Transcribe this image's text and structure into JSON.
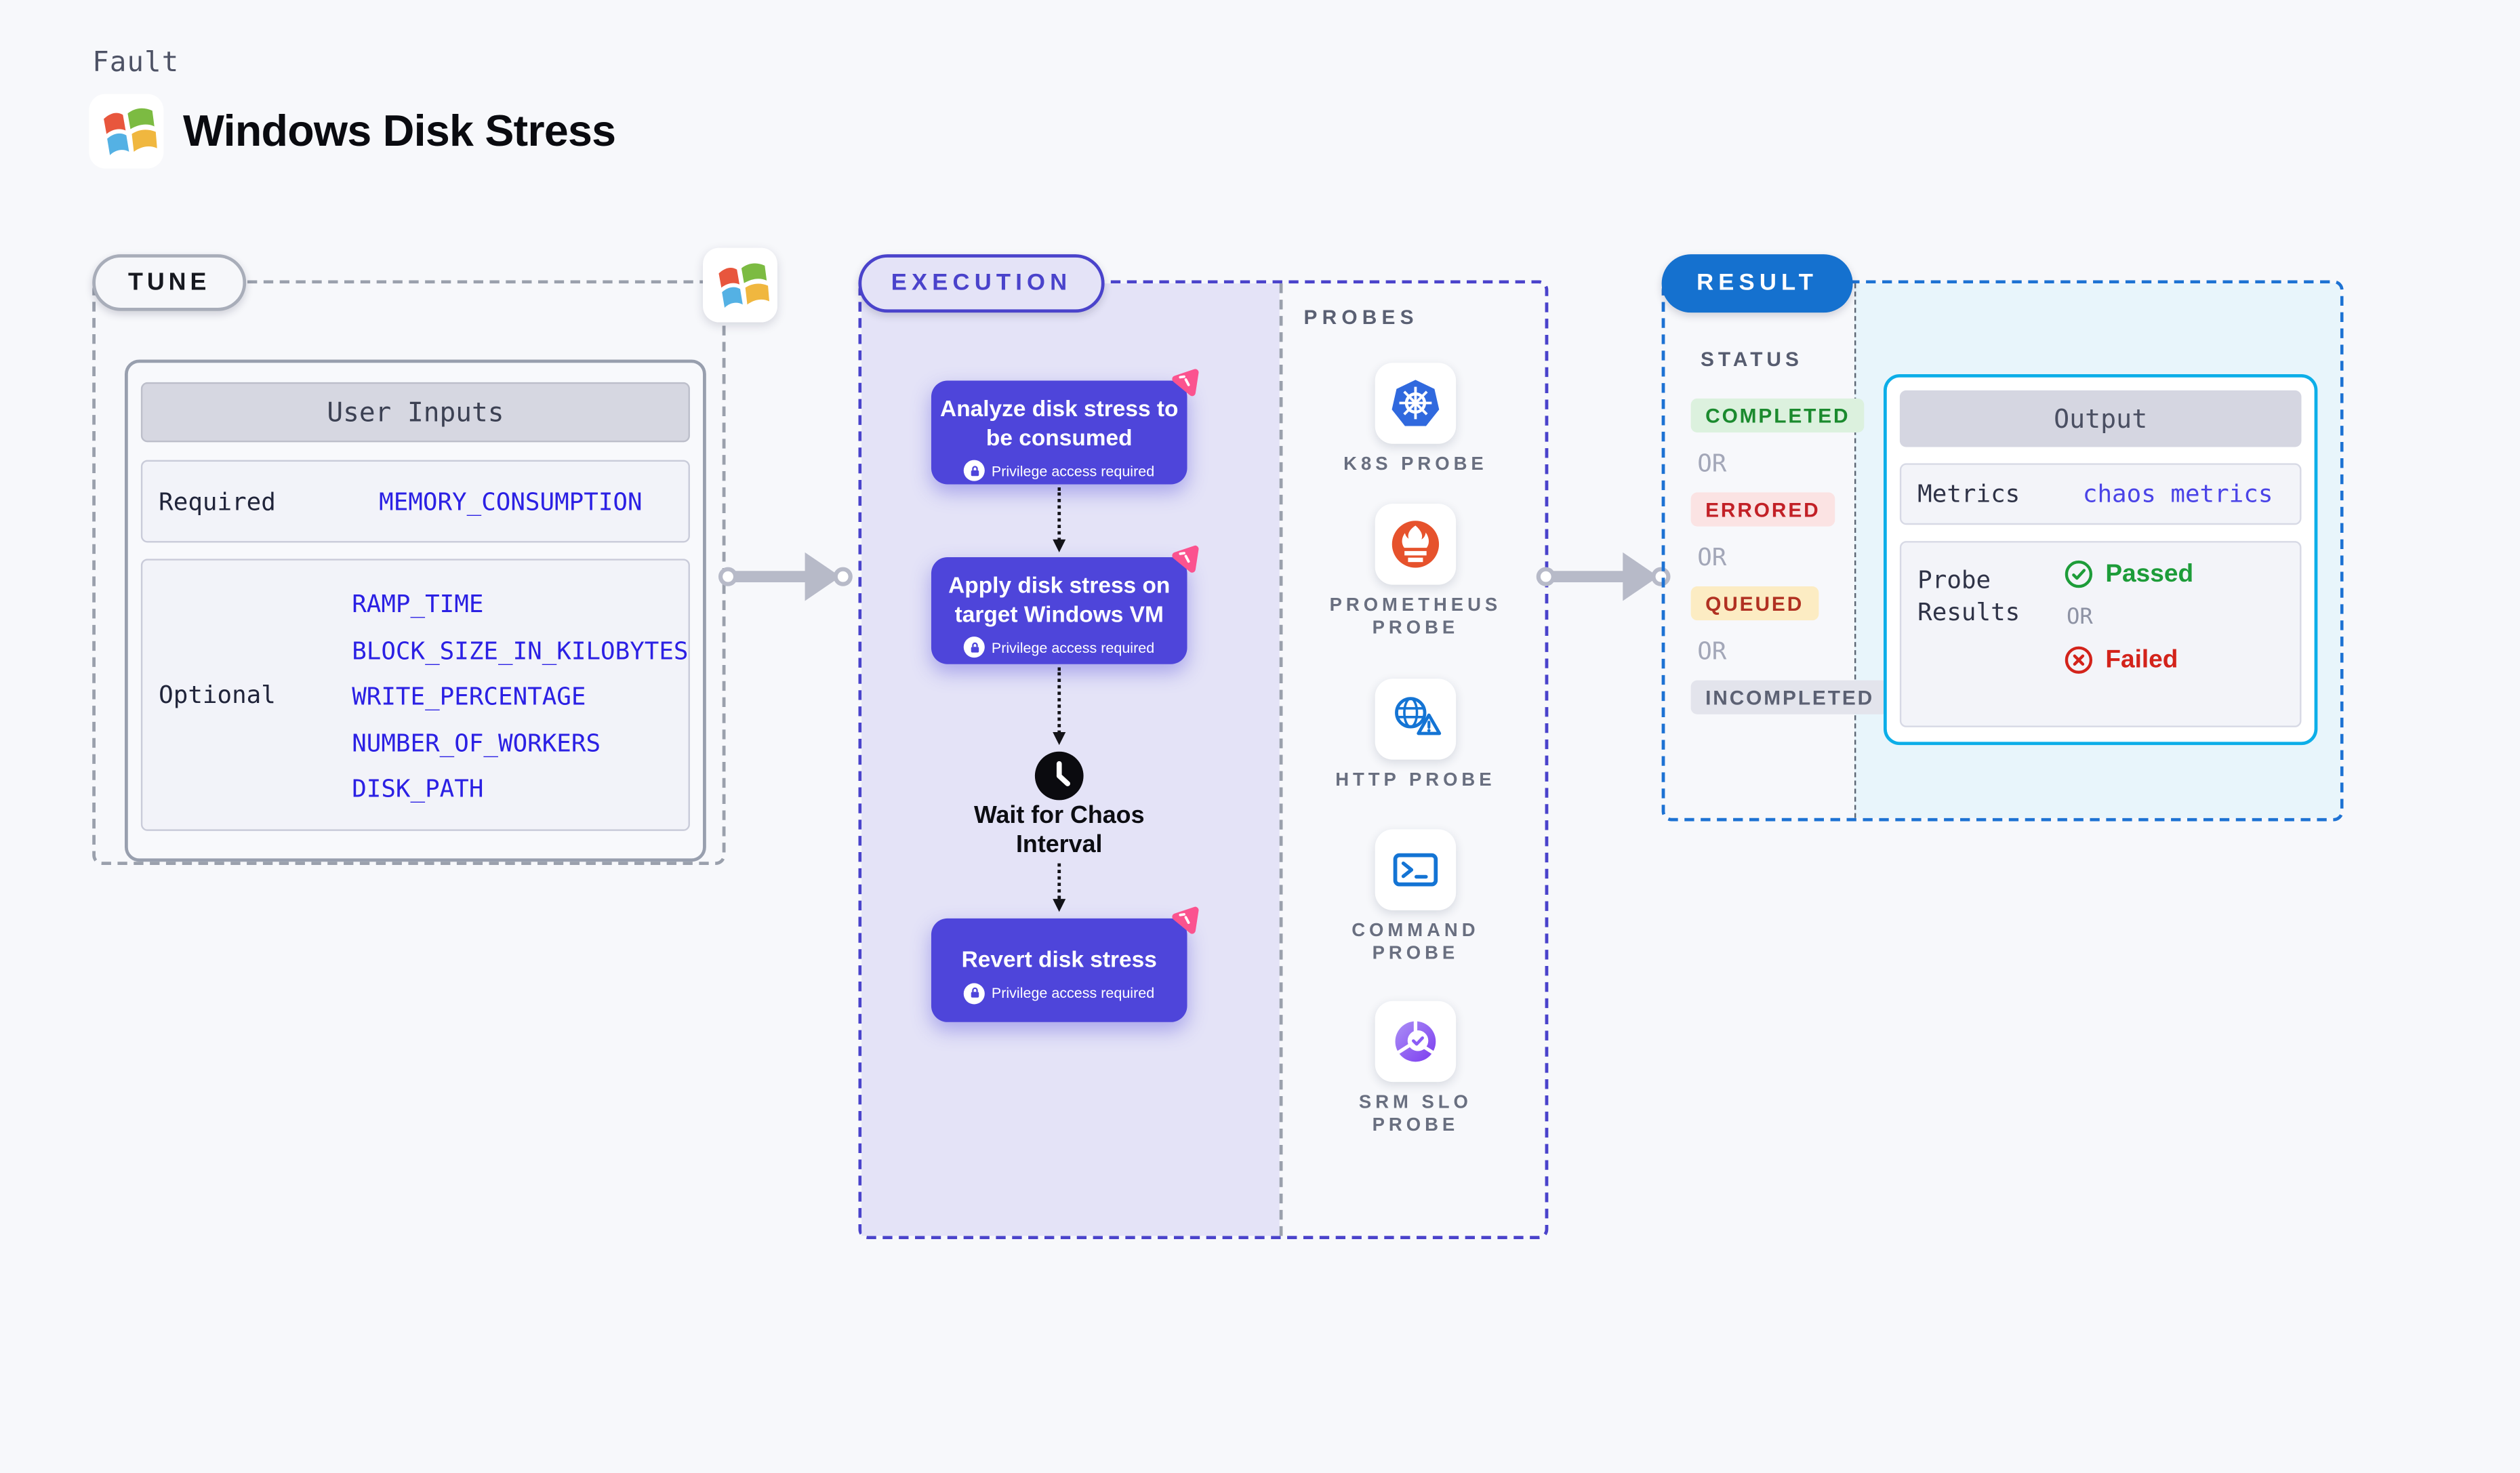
{
  "header": {
    "kicker": "Fault",
    "title": "Windows Disk Stress",
    "logo_icon": "windows-logo-icon"
  },
  "tune": {
    "pill_label": "TUNE",
    "card_title": "User Inputs",
    "required_label": "Required",
    "required_params": [
      "MEMORY_CONSUMPTION"
    ],
    "optional_label": "Optional",
    "optional_params": [
      "RAMP_TIME",
      "BLOCK_SIZE_IN_KILOBYTES",
      "WRITE_PERCENTAGE",
      "NUMBER_OF_WORKERS",
      "DISK_PATH"
    ]
  },
  "execution": {
    "pill_label": "EXECUTION",
    "steps": [
      {
        "title": "Analyze disk stress to be consumed",
        "badge": "Privilege access required",
        "corner_icon": "chaos-icon"
      },
      {
        "title": "Apply disk stress on target Windows VM",
        "badge": "Privilege access required",
        "corner_icon": "chaos-icon"
      },
      {
        "title": "Revert disk stress",
        "badge": "Privilege access required",
        "corner_icon": "chaos-icon"
      }
    ],
    "wait_label": "Wait for Chaos Interval",
    "wait_icon": "clock-icon",
    "probes_title": "PROBES",
    "probes": [
      {
        "label": "K8S PROBE",
        "icon": "kubernetes-icon"
      },
      {
        "label": "PROMETHEUS PROBE",
        "icon": "prometheus-icon"
      },
      {
        "label": "HTTP PROBE",
        "icon": "globe-warning-icon"
      },
      {
        "label": "COMMAND PROBE",
        "icon": "terminal-icon"
      },
      {
        "label": "SRM SLO PROBE",
        "icon": "slo-donut-check-icon"
      }
    ]
  },
  "result": {
    "pill_label": "RESULT",
    "status_title": "STATUS",
    "or_label": "OR",
    "statuses": [
      {
        "label": "COMPLETED",
        "type": "completed",
        "bg": "#dcf1de",
        "color": "#1b8a2e"
      },
      {
        "label": "ERRORED",
        "type": "errored",
        "bg": "#fbe3e3",
        "color": "#c22026"
      },
      {
        "label": "QUEUED",
        "type": "queued",
        "bg": "#fcecc3",
        "color": "#b13122"
      },
      {
        "label": "INCOMPLETED",
        "type": "incompleted",
        "bg": "#e3e4ec",
        "color": "#5c6173"
      }
    ],
    "output": {
      "title": "Output",
      "metrics_label": "Metrics",
      "metrics_value": "chaos metrics",
      "probe_results_label": "Probe Results",
      "passed_label": "Passed",
      "passed_icon": "check-circle-icon",
      "or_label": "OR",
      "failed_label": "Failed",
      "failed_icon": "x-circle-icon"
    }
  },
  "colors": {
    "page_bg": "#f7f8fb",
    "indigo": "#4a43cb",
    "step_bg": "#4e45da",
    "lavender": "#e4e3f7",
    "result_blue": "#1571cf",
    "cyan_border": "#0caee8",
    "cyan_bg": "#e8f5fb",
    "param_blue": "#2b20e4",
    "chaos_pink": "#fb538f",
    "passed_green": "#1d9c39",
    "failed_red": "#d3231b"
  }
}
